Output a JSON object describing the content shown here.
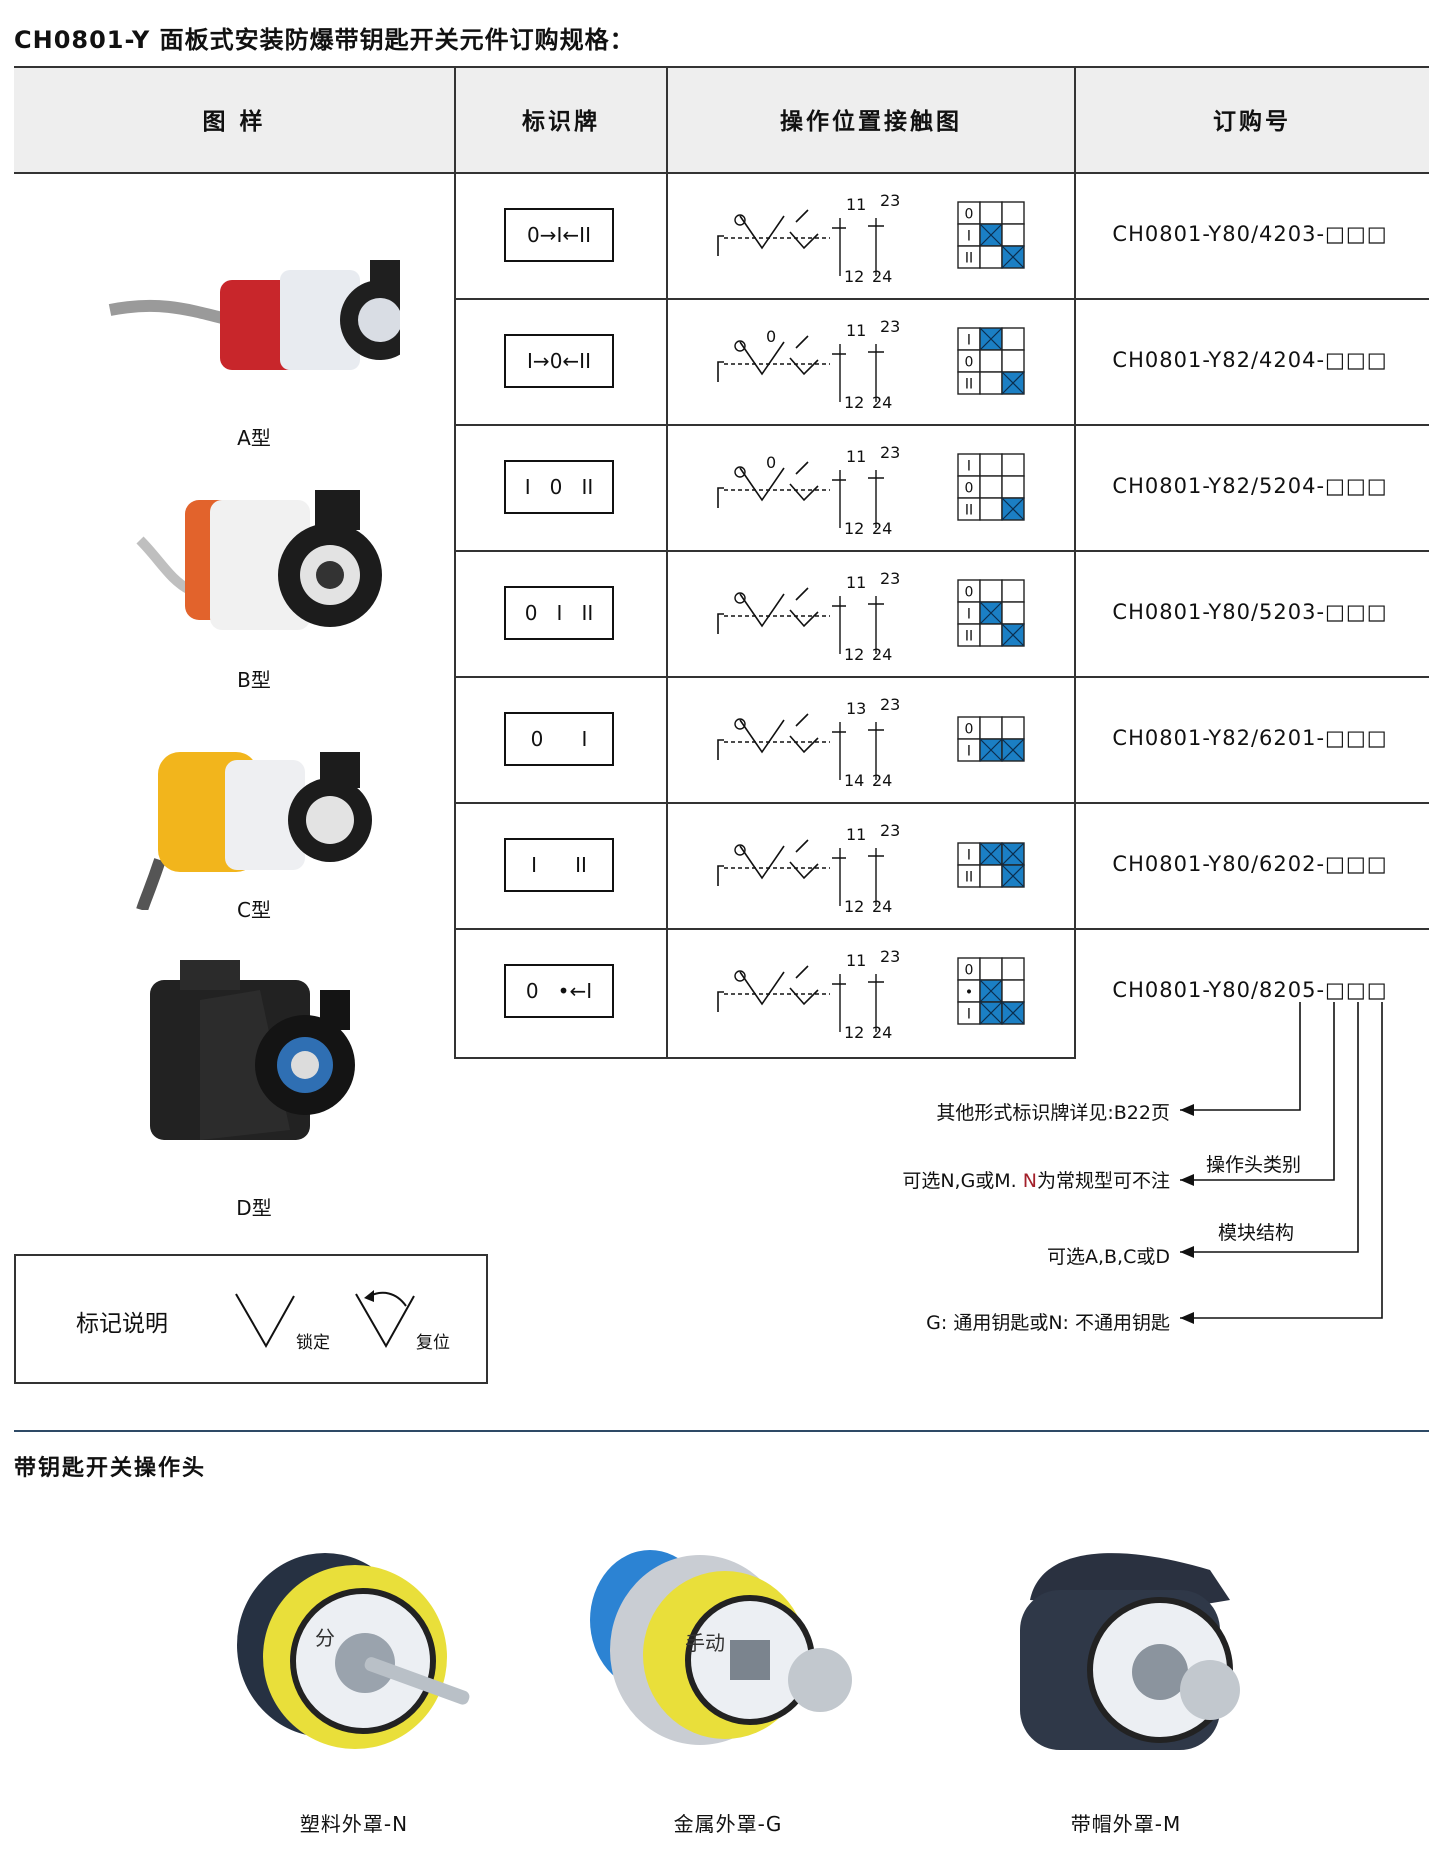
{
  "title": "CH0801-Y 面板式安装防爆带钥匙开关元件订购规格：",
  "table": {
    "headers": [
      "图  样",
      "标识牌",
      "操作位置接触图",
      "订购号"
    ],
    "rows": [
      {
        "plate": "0→I←II",
        "contacts_top": [
          "11",
          "23"
        ],
        "contacts_bottom": [
          "12",
          "24"
        ],
        "order": "CH0801-Y80/4203-□□□",
        "grid_labels": [
          "0",
          "I",
          "II"
        ]
      },
      {
        "plate": "I→0←II",
        "contacts_top": [
          "11",
          "23"
        ],
        "contacts_bottom": [
          "12",
          "24"
        ],
        "order": "CH0801-Y82/4204-□□□",
        "grid_labels": [
          "I",
          "0",
          "II"
        ],
        "pos_label": "0"
      },
      {
        "plate": "I   0   II",
        "contacts_top": [
          "11",
          "23"
        ],
        "contacts_bottom": [
          "12",
          "24"
        ],
        "order": "CH0801-Y82/5204-□□□",
        "grid_labels": [
          "I",
          "0",
          "II"
        ],
        "pos_label": "0"
      },
      {
        "plate": "0   I   II",
        "contacts_top": [
          "11",
          "23"
        ],
        "contacts_bottom": [
          "12",
          "24"
        ],
        "order": "CH0801-Y80/5203-□□□",
        "grid_labels": [
          "0",
          "I",
          "II"
        ]
      },
      {
        "plate": "0      I",
        "contacts_top": [
          "13",
          "23"
        ],
        "contacts_bottom": [
          "14",
          "24"
        ],
        "order": "CH0801-Y82/6201-□□□",
        "grid_labels": [
          "0",
          "I"
        ]
      },
      {
        "plate": "I      II",
        "contacts_top": [
          "11",
          "23"
        ],
        "contacts_bottom": [
          "12",
          "24"
        ],
        "order": "CH0801-Y80/6202-□□□",
        "grid_labels": [
          "I",
          "II"
        ]
      },
      {
        "plate": "0   •←I",
        "contacts_top": [
          "11",
          "23"
        ],
        "contacts_bottom": [
          "12",
          "24"
        ],
        "order": "CH0801-Y80/8205-□□□",
        "grid_labels": [
          "0",
          "•",
          "I"
        ]
      }
    ]
  },
  "products": [
    {
      "label": "A型",
      "color": "#c8262b"
    },
    {
      "label": "B型",
      "color": "#e2632c"
    },
    {
      "label": "C型",
      "color": "#f2b51c"
    },
    {
      "label": "D型",
      "color": "#1e1e1e"
    }
  ],
  "annotations": {
    "note1": "其他形式标识牌详见:B22页",
    "note2_prefix": "可选N,G或M.  ",
    "note2_n": "N",
    "note2_suffix": "为常规型可不注",
    "label_operator": "操作头类别",
    "label_module": "模块结构",
    "note3": "可选A,B,C或D",
    "note4": "G: 通用钥匙或N: 不通用钥匙"
  },
  "legend": {
    "title": "标记说明",
    "lock": "锁定",
    "reset": "复位"
  },
  "section2": {
    "title": "带钥匙开关操作头",
    "items": [
      {
        "caption": "塑料外罩-N",
        "ring_color": "#f0de2a",
        "ring_text": "分"
      },
      {
        "caption": "金属外罩-G",
        "ring_color": "#f0de2a",
        "ring_text": "手动"
      },
      {
        "caption": "带帽外罩-M",
        "ring_color": "#2a3140"
      }
    ]
  },
  "colors": {
    "accent_blue": "#1b7fc4",
    "rule": "#2e4a66"
  }
}
